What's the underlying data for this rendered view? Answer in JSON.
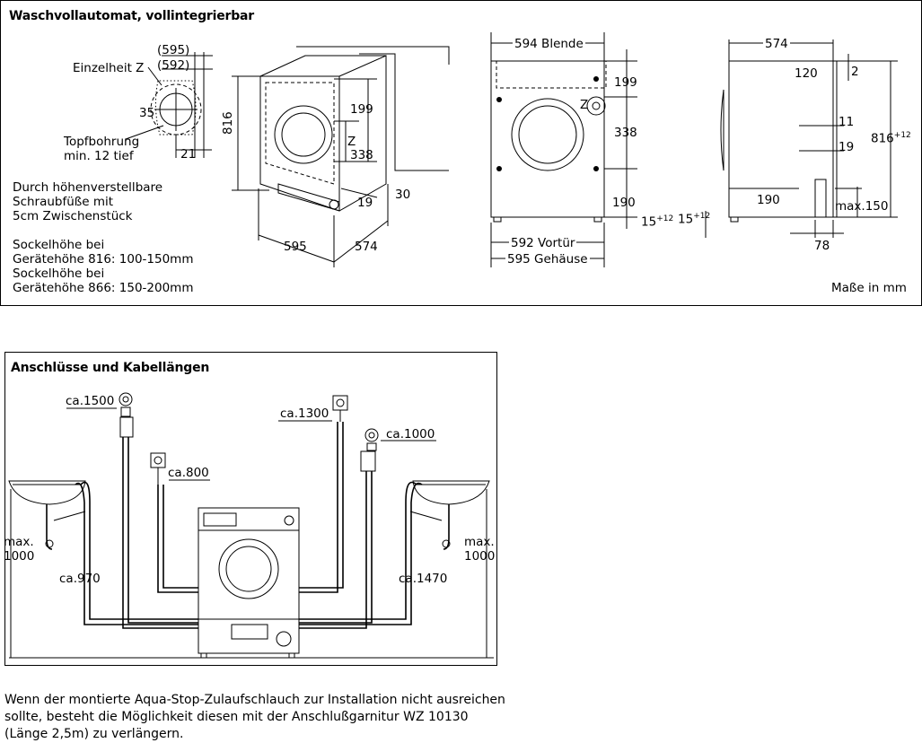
{
  "panel1": {
    "title": "Waschvollautomat, vollintegrierbar",
    "detail": {
      "label": "Einzelheit Z",
      "dim_595": "(595)",
      "dim_592": "(592)",
      "dim_35": "35",
      "dim_21": "21",
      "drill_1": "Topfbohrung",
      "drill_2": "min. 12 tief"
    },
    "notes": [
      "Durch höhenverstellbare",
      "Schraubfüße mit",
      "5cm Zwischenstück",
      "",
      "Sockelhöhe bei",
      "Gerätehöhe 816: 100-150mm",
      "Sockelhöhe bei",
      "Gerätehöhe 866: 150-200mm"
    ],
    "iso": {
      "h816": "816",
      "d199": "199",
      "z": "Z",
      "d338": "338",
      "d30": "30",
      "d19": "19",
      "w595": "595",
      "w574": "574"
    },
    "front": {
      "blende": "594 Blende",
      "d199": "199",
      "z": "Z",
      "d338": "338",
      "d190": "190",
      "d15": "15",
      "d15sup": "+12",
      "vortuer": "592 Vortür",
      "gehaeuse": "595 Gehäuse"
    },
    "side": {
      "w574": "574",
      "d120": "120",
      "d2": "2",
      "d11": "11",
      "d19": "19",
      "h816": "816",
      "h816sup": "+12",
      "d190": "190",
      "max150": "max.150",
      "d15": "15",
      "d15sup": "+12",
      "d78": "78"
    },
    "units": "Maße in mm"
  },
  "panel2": {
    "title": "Anschlüsse und Kabellängen",
    "labels": {
      "ca1500": "ca.1500",
      "ca1300": "ca.1300",
      "ca1000": "ca.1000",
      "ca800": "ca.800",
      "max_left_1": "max.",
      "max_left_2": "1000",
      "max_right_1": "max.",
      "max_right_2": "1000",
      "ca970": "ca.970",
      "ca1470": "ca.1470"
    }
  },
  "footer": [
    "Wenn der montierte Aqua-Stop-Zulaufschlauch zur Installation nicht ausreichen",
    "sollte, besteht die Möglichkeit diesen mit der Anschlußgarnitur WZ 10130",
    "(Länge 2,5m) zu verlängern."
  ]
}
